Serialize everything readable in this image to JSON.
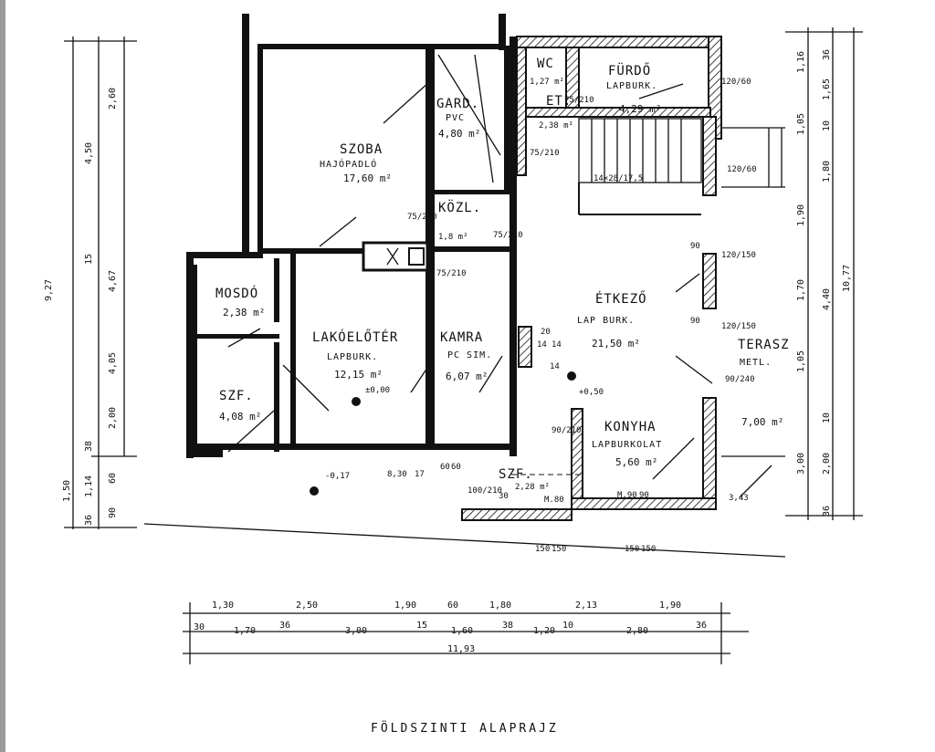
{
  "title": "FÖLDSZINTI ALAPRAJZ",
  "rooms": {
    "szoba": {
      "name": "SZOBA",
      "floor": "HAJÓPADLÓ",
      "area": "17,60 m²"
    },
    "gard": {
      "name": "GARD.",
      "floor": "PVC",
      "area": "4,80 m²"
    },
    "wc": {
      "name": "WC",
      "area": "1,27 m²"
    },
    "furdo": {
      "name": "FÜRDŐ",
      "floor": "LAPBURK.",
      "area": "4,29 m²"
    },
    "et": {
      "name": "ET.",
      "area": "2,38 m²"
    },
    "kozl": {
      "name": "KÖZL.",
      "area": "1,8 m²"
    },
    "mosdo": {
      "name": "MOSDÓ",
      "area": "2,38 m²"
    },
    "lakoeloter": {
      "name": "LAKÓELŐTÉR",
      "floor": "LAPBURK.",
      "area": "12,15 m²",
      "level": "±0,00"
    },
    "kamra": {
      "name": "KAMRA",
      "floor": "PC SIM.",
      "area": "6,07 m²"
    },
    "etkezo": {
      "name": "ÉTKEZŐ",
      "floor": "LAP BURK.",
      "area": "21,50 m²",
      "level": "+0,50"
    },
    "szf1": {
      "name": "SZF.",
      "area": "4,08 m²"
    },
    "szf2": {
      "name": "SZF.",
      "area": "2,28 m²"
    },
    "konyha": {
      "name": "KONYHA",
      "floor": "LAPBURKOLAT",
      "area": "5,60 m²"
    },
    "terasz": {
      "name": "TERASZ",
      "floor": "METL.",
      "area": "7,00 m²"
    }
  },
  "levels": {
    "outside": "-0,17"
  },
  "stair": "14×28/17,5",
  "openings": [
    "75/210",
    "75/210",
    "75/210",
    "75/210",
    "75/210",
    "120/60",
    "120/60",
    "120/150",
    "120/150",
    "90/240",
    "100/210",
    "90/210",
    "M.80",
    "M.90"
  ],
  "dims_bottom_row1": [
    "1,30",
    "2,50",
    "1,90",
    "60",
    "1,80",
    "2,13",
    "1,90"
  ],
  "dims_bottom_row2": [
    "30",
    "1,70",
    "36",
    "3,00",
    "15",
    "1,60",
    "38",
    "1,20",
    "10",
    "2,80",
    "36"
  ],
  "dims_bottom_total": "11,93",
  "dims_left_outer": "9,27",
  "dims_left_mid": [
    "2,60",
    "4,50",
    "15",
    "4,67",
    "4,05",
    "2,00",
    "38",
    "1,14",
    "60",
    "1,50",
    "36",
    "90"
  ],
  "dims_right": [
    "1,16",
    "36",
    "1,65",
    "1,05",
    "10",
    "1,80",
    "1,90",
    "1,70",
    "4,40",
    "10,77",
    "1,05",
    "10",
    "2,00",
    "3,00",
    "36"
  ],
  "misc_labels": [
    "150",
    "150",
    "150",
    "150",
    "8,30",
    "17",
    "60",
    "60",
    "3,43",
    "30",
    "20",
    "14",
    "14",
    "14",
    "90",
    "90",
    "90"
  ]
}
